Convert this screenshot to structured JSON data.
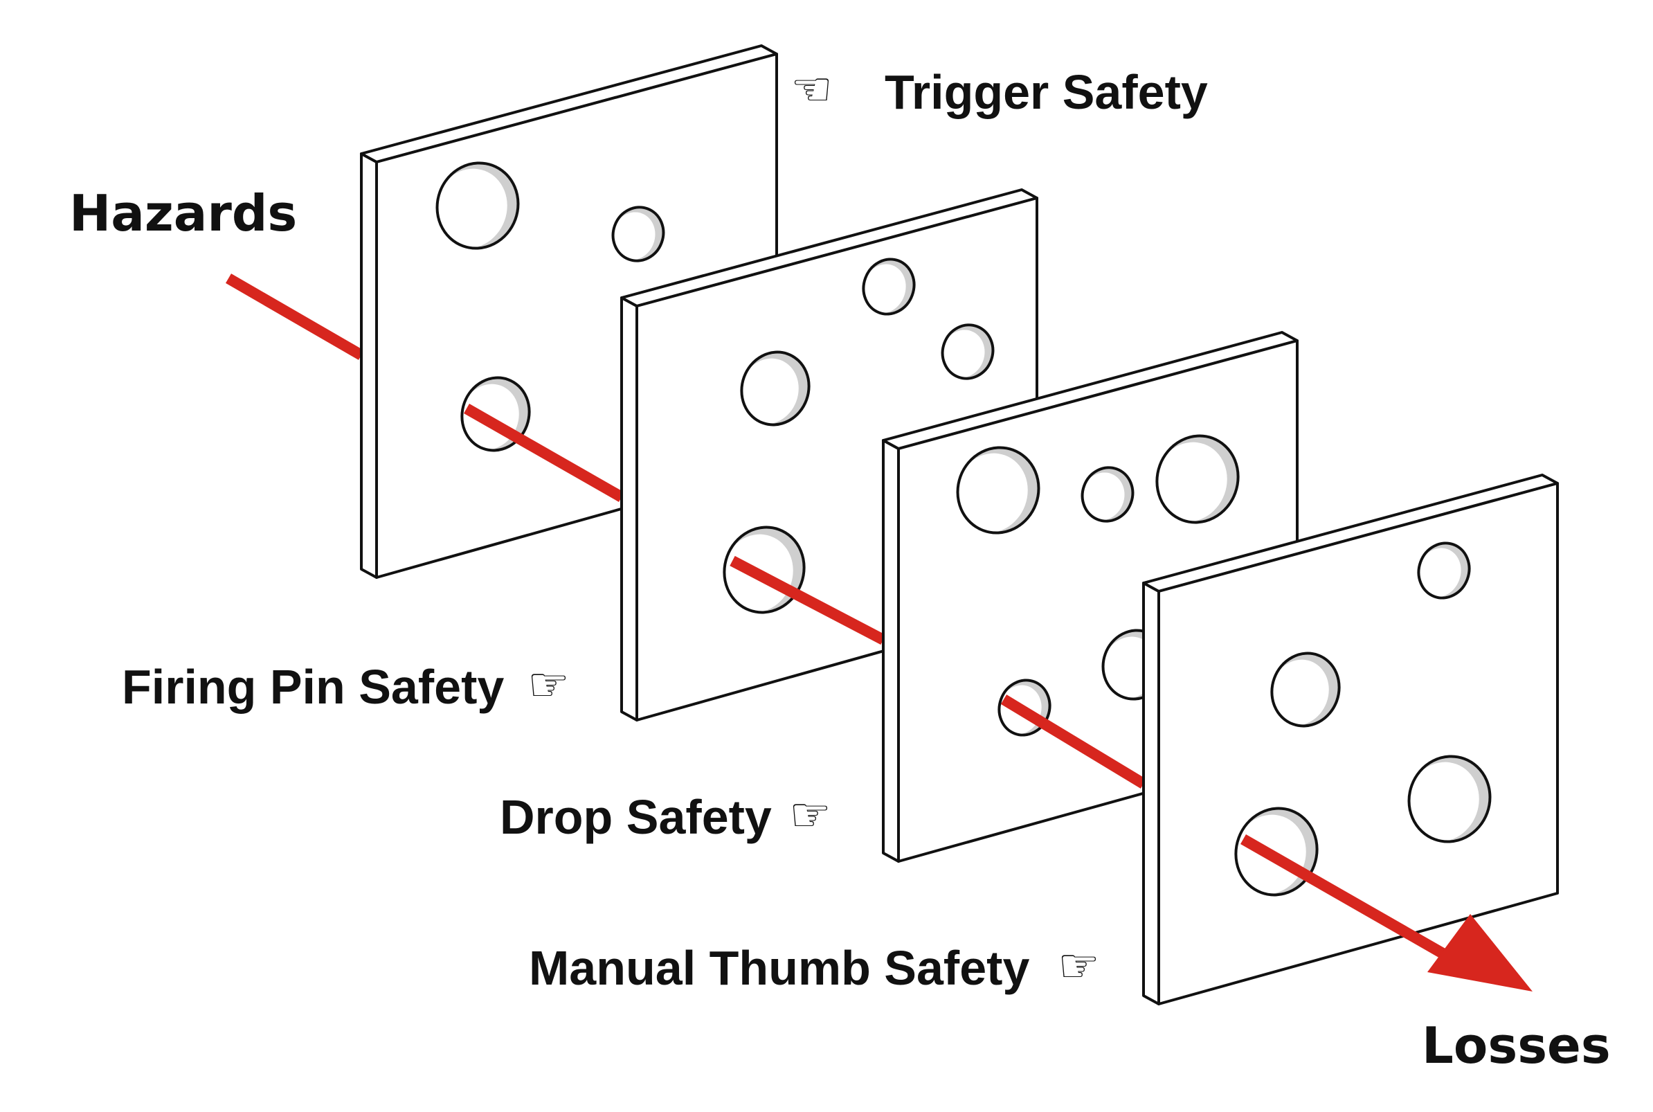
{
  "diagram": {
    "labels": {
      "hazards": "Hazards",
      "losses": "Losses",
      "trigger_safety": "Trigger Safety",
      "firing_pin_safety": "Firing Pin Safety",
      "drop_safety": "Drop Safety",
      "manual_thumb_safety": "Manual Thumb Safety"
    },
    "icons": {
      "left_pointing_hand": "☜",
      "right_pointing_hand": "☞"
    },
    "colors": {
      "arrow": "#d7261e",
      "outline": "#111111",
      "hole_shade": "#cfcfcf",
      "background": "#ffffff"
    }
  }
}
